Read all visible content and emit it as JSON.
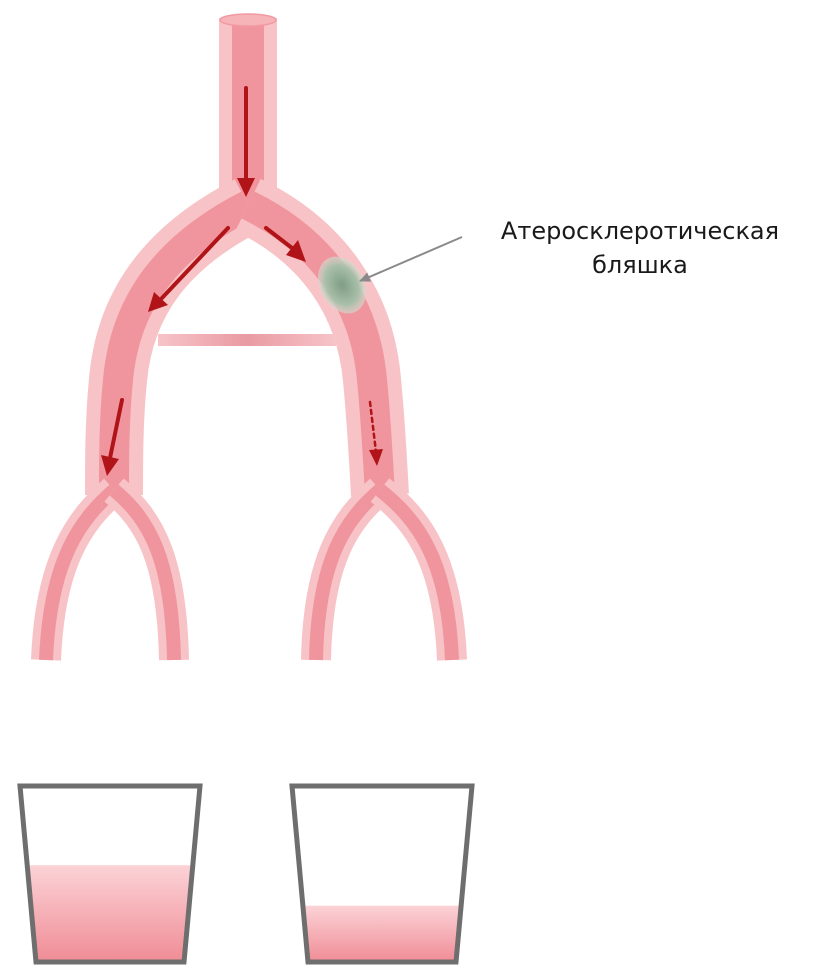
{
  "label": {
    "line1": "Атеросклеротическая",
    "line2": "бляшка"
  },
  "colors": {
    "vessel_core": "#f3aab0",
    "vessel_edge": "#fbd3d6",
    "vessel_shadow": "#ee8f97",
    "arrow": "#b01418",
    "plaque": "#7f9e84",
    "pointer": "#8a8a8a",
    "cup_outline": "#6e6e6e",
    "liquid_top": "#f8c2c7",
    "liquid_bottom": "#f08c95"
  },
  "cups": {
    "left_fill_level": 0.55,
    "right_fill_level": 0.32
  }
}
